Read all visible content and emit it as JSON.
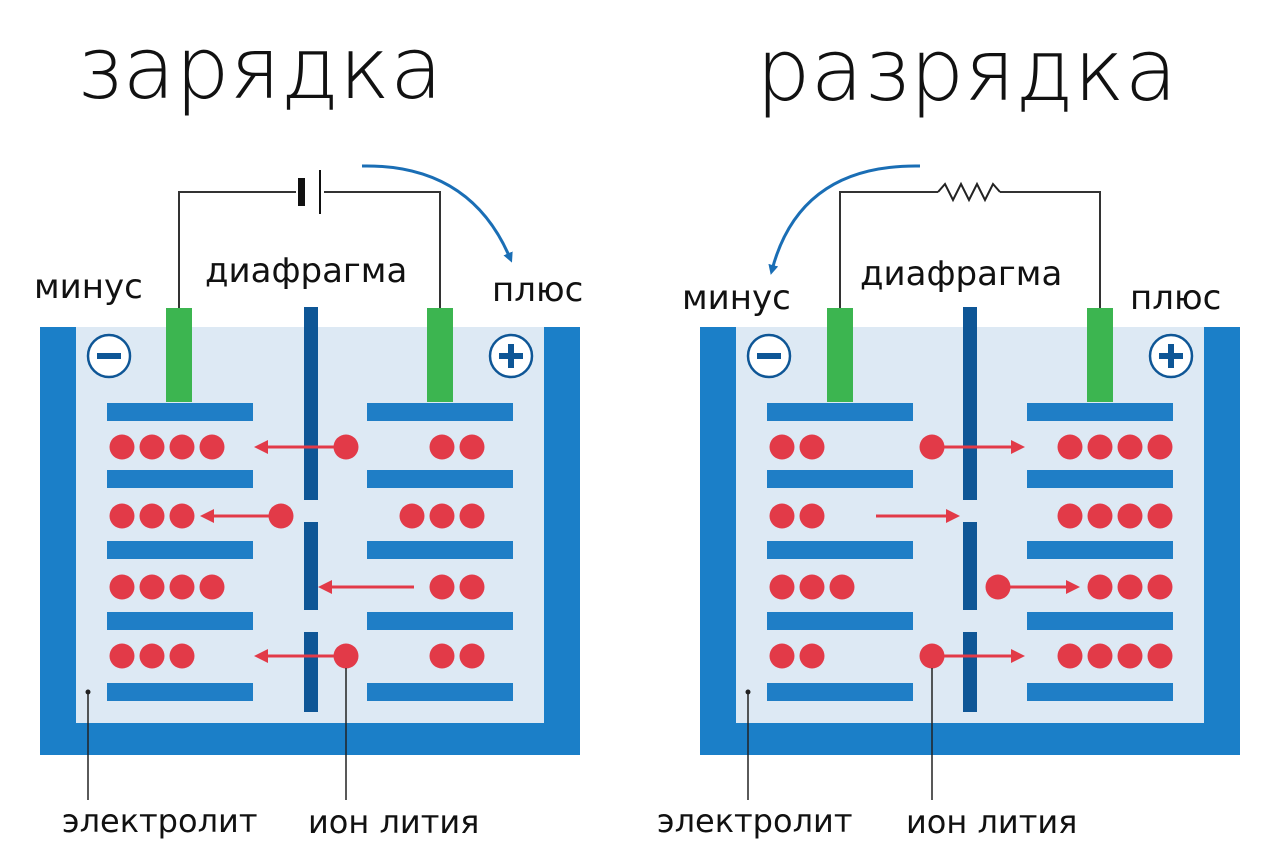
{
  "panels": [
    {
      "id": "charge",
      "title": "зарядка",
      "labels": {
        "minus": "минус",
        "plus": "плюс",
        "diaphragm": "диафрагма",
        "electrolyte": "электролит",
        "ion": "ион лития"
      },
      "source": "battery-icon",
      "arrow_direction": "clockwise",
      "ion_counts_left": [
        4,
        3,
        4,
        3
      ],
      "ion_counts_right": [
        2,
        3,
        2,
        2
      ],
      "ion_flow": "right-to-left"
    },
    {
      "id": "discharge",
      "title": "разрядка",
      "labels": {
        "minus": "минус",
        "plus": "плюс",
        "diaphragm": "диафрагма",
        "electrolyte": "электролит",
        "ion": "ион лития"
      },
      "source": "resistor-icon",
      "arrow_direction": "counter-clockwise",
      "ion_counts_left": [
        2,
        2,
        3,
        2
      ],
      "ion_counts_right": [
        4,
        4,
        3,
        4
      ],
      "ion_flow": "left-to-right"
    }
  ],
  "colors": {
    "container": "#1b7fc8",
    "electrolyte": "#dde9f4",
    "plate": "#1f7ec6",
    "separator": "#0e5696",
    "terminal": "#3cb550",
    "ion": "#e23a48",
    "arrow": "#e23a48",
    "flow_arrow": "#1a6eb5"
  }
}
